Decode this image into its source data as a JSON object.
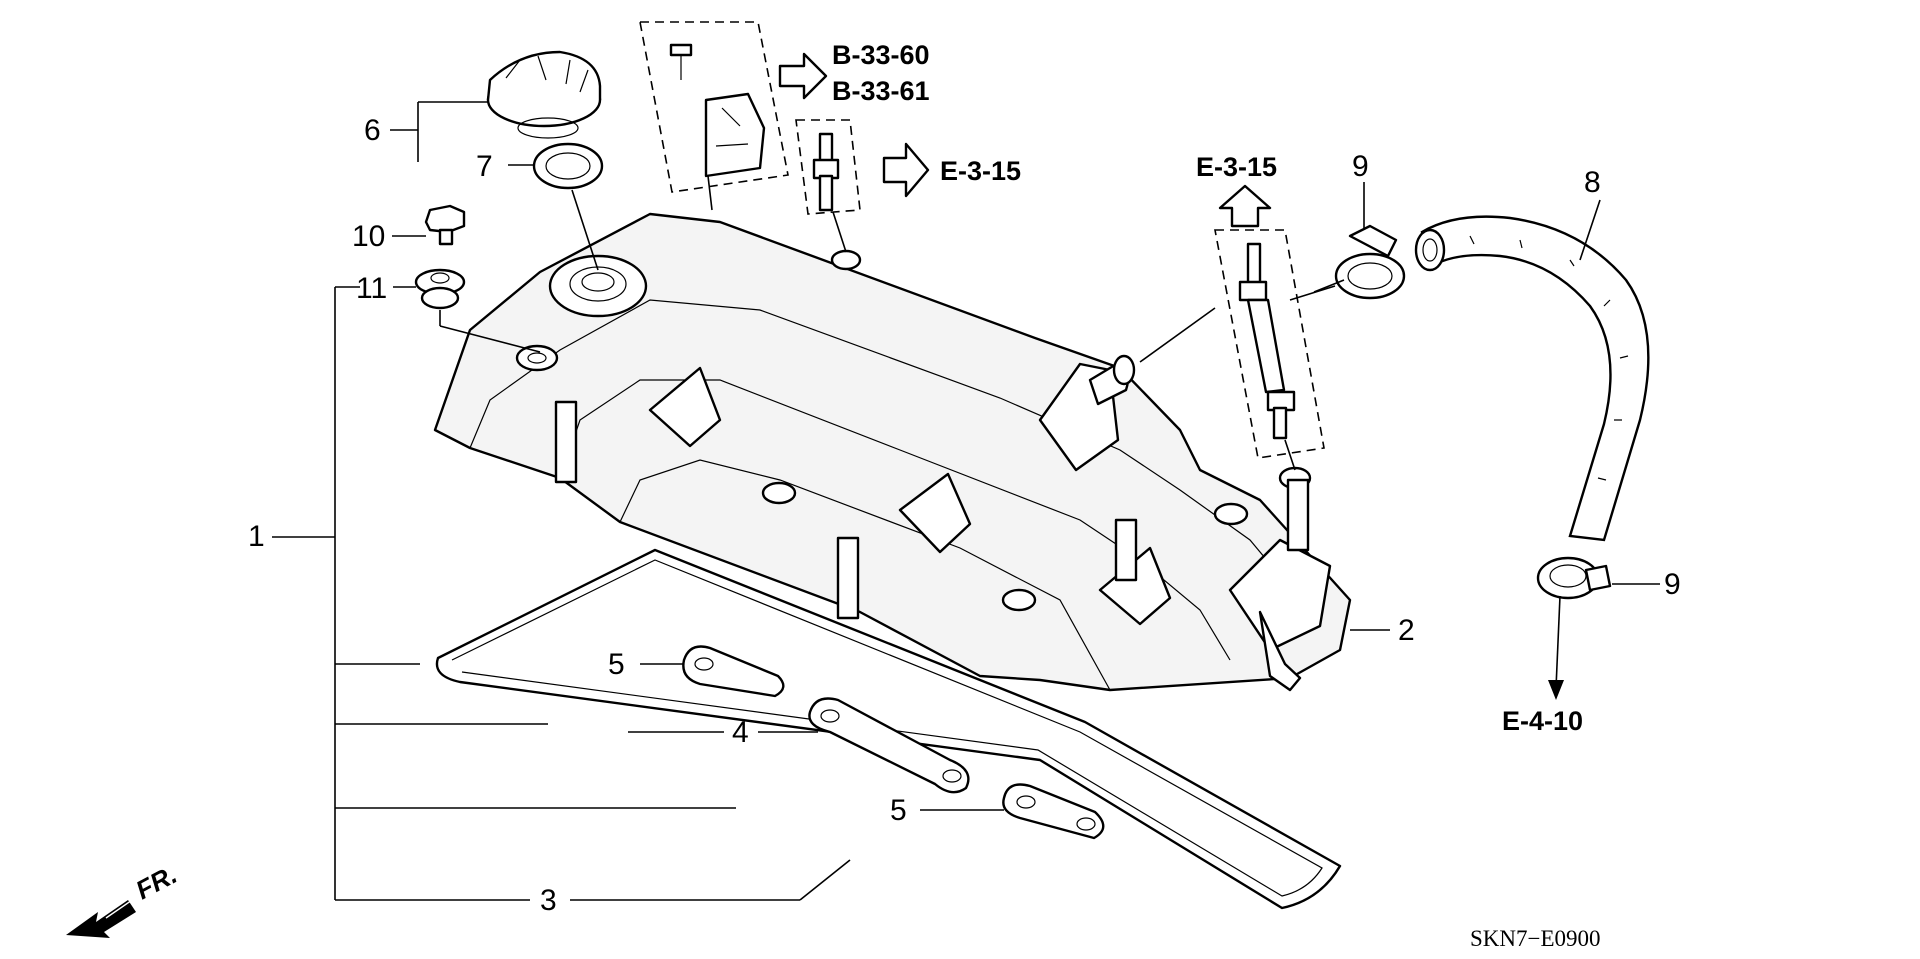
{
  "diagram_code": "SKN7−E0900",
  "direction_label": "FR.",
  "callouts": {
    "c1": "1",
    "c2": "2",
    "c3": "3",
    "c4": "4",
    "c5a": "5",
    "c5b": "5",
    "c6": "6",
    "c7": "7",
    "c8": "8",
    "c9a": "9",
    "c9b": "9",
    "c10": "10",
    "c11": "11"
  },
  "references": {
    "b3360": "B-33-60",
    "b3361": "B-33-61",
    "e315_right": "E-3-15",
    "e315_up": "E-3-15",
    "e410": "E-4-10"
  },
  "icons": [
    "arrow-right-icon",
    "arrow-up-icon",
    "fr-arrow-icon"
  ]
}
